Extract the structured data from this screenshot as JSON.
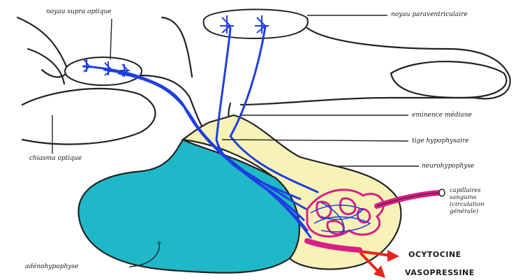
{
  "labels": {
    "noyau_supraoptique": "noyau supra optique",
    "noyau_paraventriculaire": "noyau paraventriculaire",
    "eminence_mediane": "eminence médiane",
    "tige_hypophysaire": "tige hypophysaire",
    "neurohypophyse": "neurohypophyse",
    "capillaires": "capillaires\nsanguins\n(circulation\ngénérale)",
    "chiasma_optique": "chiasma optique",
    "adenohypophyse": "adénohypophyse",
    "ocytocine": "OCYTOCINE",
    "vasopressine": "VASOPRESSINE"
  },
  "colors": {
    "neurons": "#1f3fe0",
    "adenohypophysis": "#1fb8c9",
    "neurohypophysis": "#f7f3b8",
    "capillaries": "#d81f86",
    "arrows": "#e8261e",
    "outline": "#222222"
  }
}
